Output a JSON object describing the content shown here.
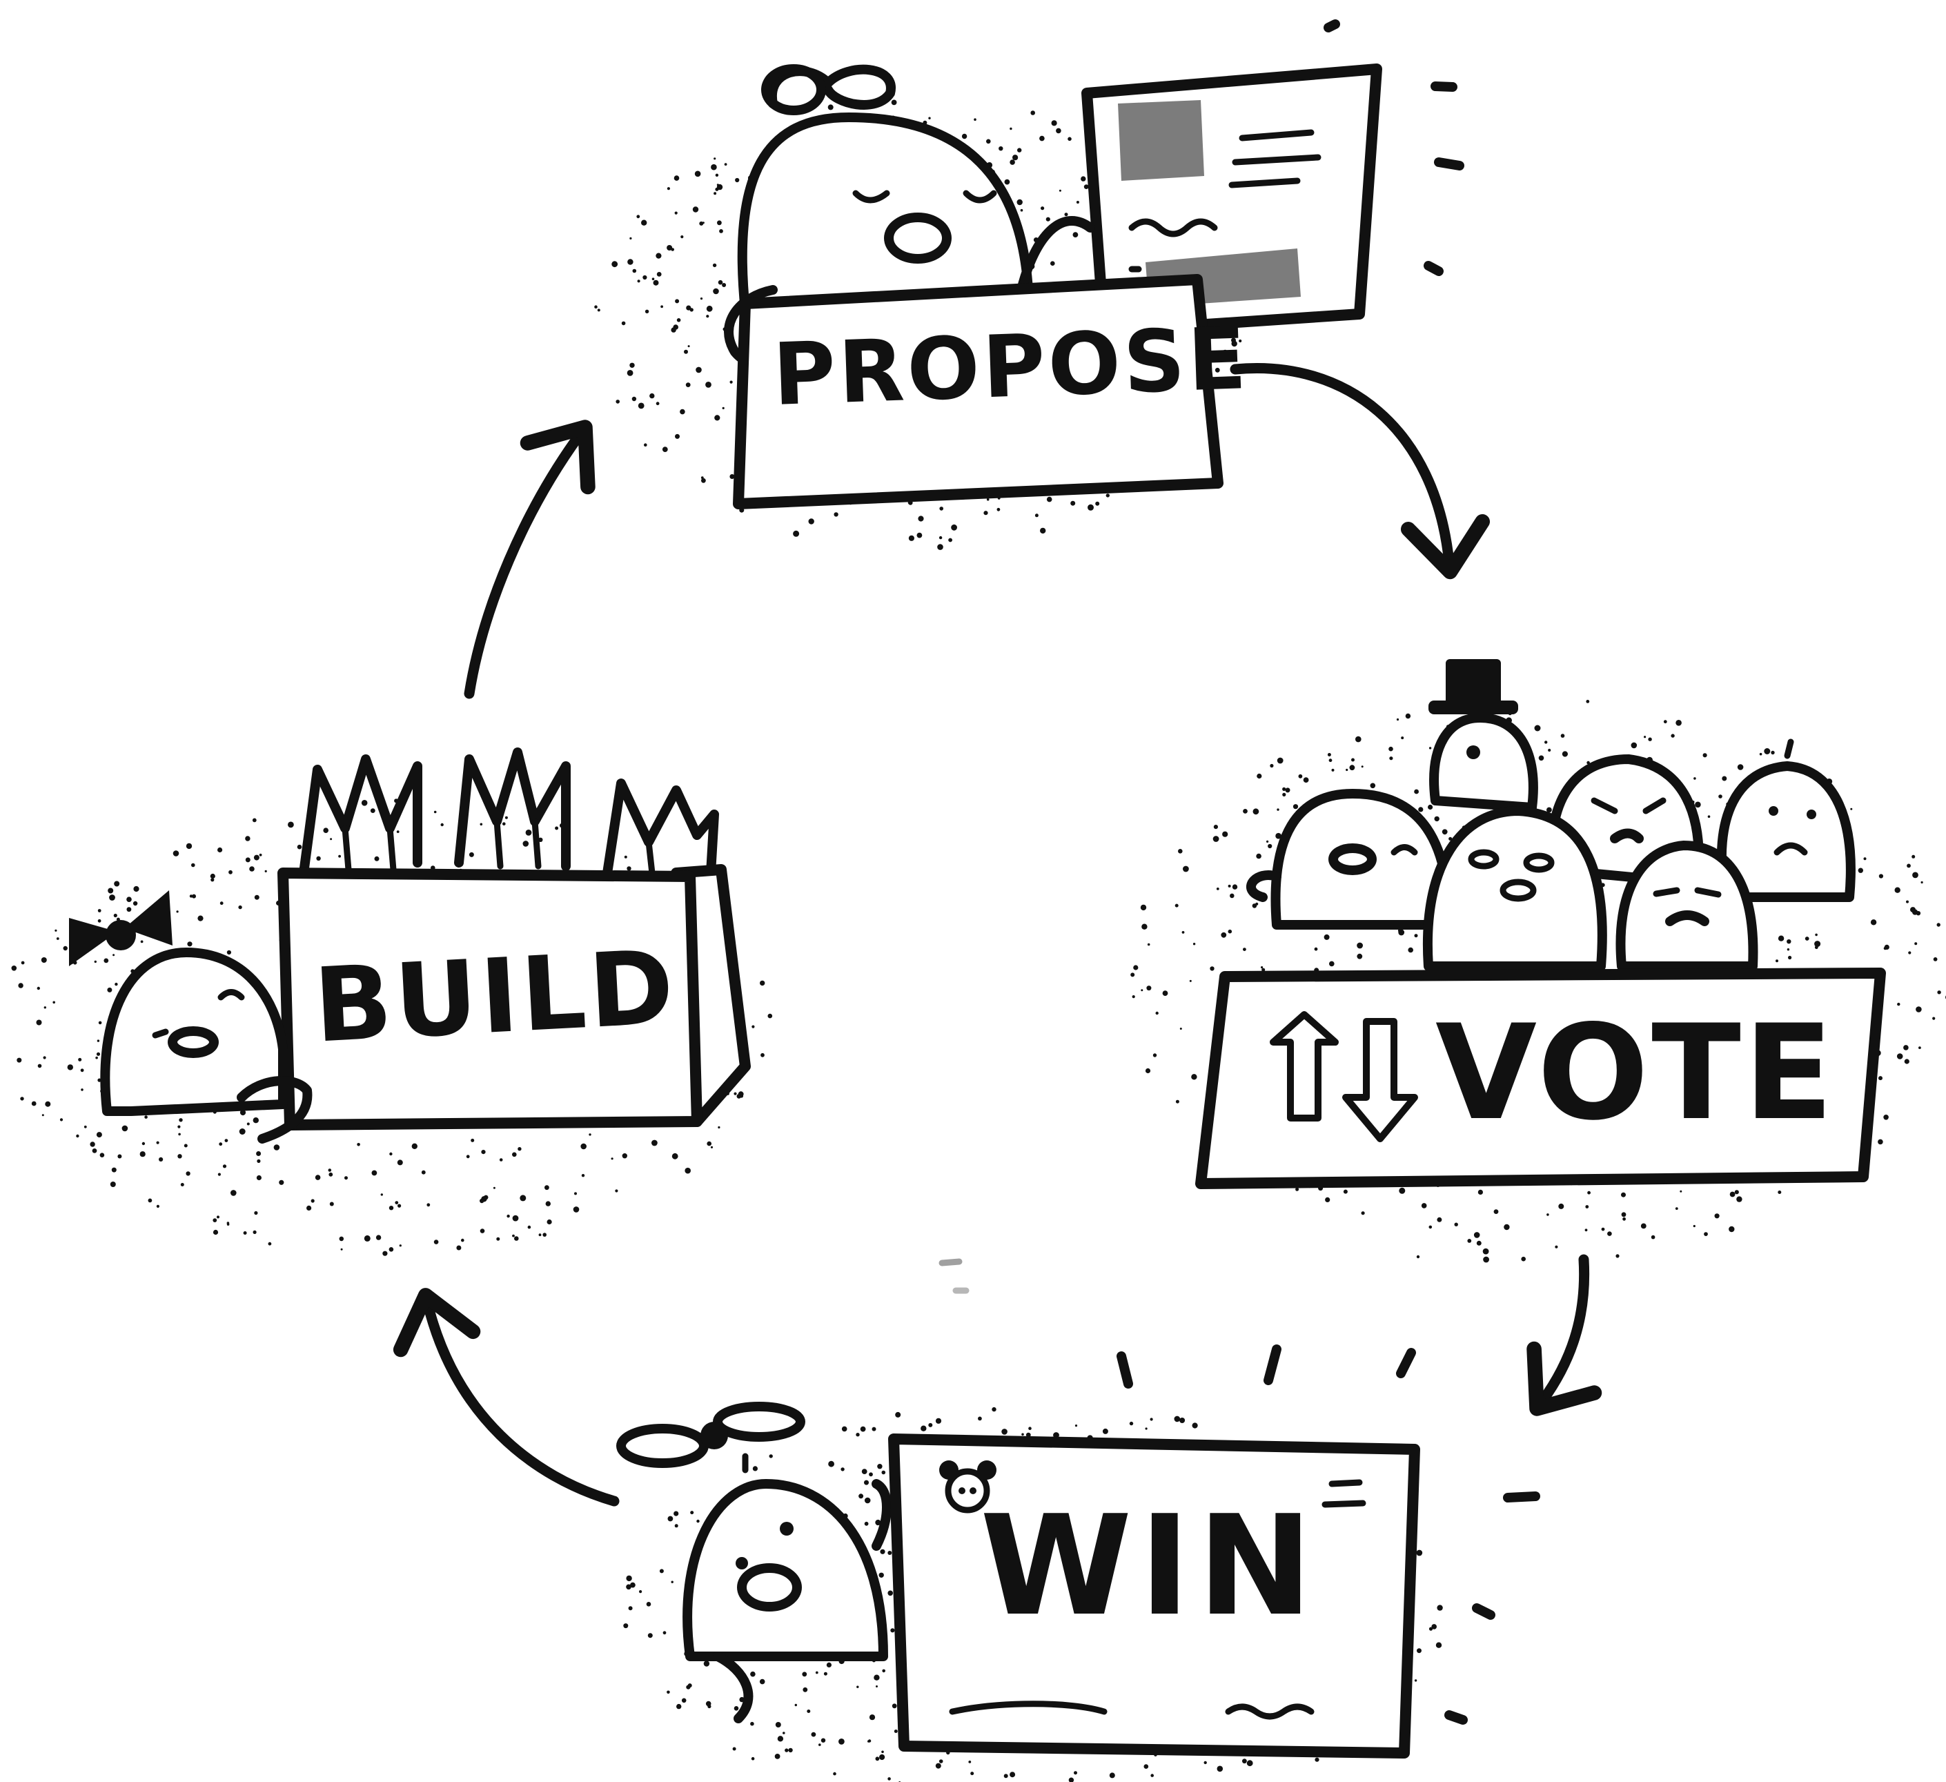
{
  "diagram": {
    "type": "cycle",
    "colors": {
      "ink": "#111111",
      "paper": "#ffffff"
    },
    "steps": [
      {
        "id": "propose",
        "label": "PROPOSE"
      },
      {
        "id": "vote",
        "label": "VOTE",
        "icon": "up-down-arrows-icon"
      },
      {
        "id": "win",
        "label": "WIN"
      },
      {
        "id": "build",
        "label": "BUILD"
      }
    ],
    "flow": [
      "propose",
      "vote",
      "win",
      "build",
      "propose"
    ]
  }
}
